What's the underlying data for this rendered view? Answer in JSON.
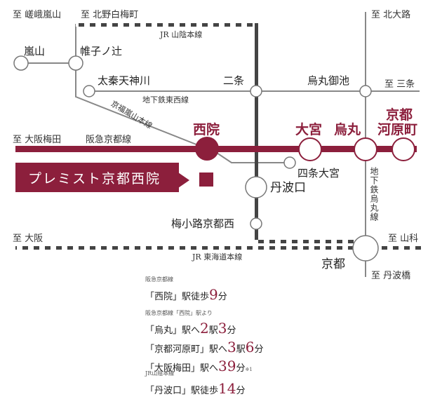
{
  "colors": {
    "accent": "#8c1f3c",
    "line_gray": "#888888",
    "jr_dash": "#444444"
  },
  "directions": {
    "saga_arashiyama": "至 嵯峨嵐山",
    "kitano_hakubaicho": "至 北野白梅町",
    "kitaoji": "至 北大路",
    "sanjo": "至 三条",
    "osaka_umeda": "至 大阪梅田",
    "osaka": "至 大阪",
    "yamashina": "至 山科",
    "tambabashi": "至 丹波橋"
  },
  "lines": {
    "jr_sanin": "JR 山陰本線",
    "subway_tozai": "地下鉄東西線",
    "keifuku_arashiyama": "京福嵐山本線",
    "hankyu_kyoto": "阪急京都線",
    "subway_karasuma": "地下鉄烏丸線",
    "jr_tokaido": "JR 東海道本線"
  },
  "stations": {
    "arashiyama": "嵐山",
    "katabiranotsuji": "帷子ノ辻",
    "uzumasa_tenjingawa": "太秦天神川",
    "nijo": "二条",
    "karasuma_oike": "烏丸御池",
    "saiin": "西院",
    "omiya": "大宮",
    "karasuma": "烏丸",
    "kyoto_kawaramachi_1": "京都",
    "kyoto_kawaramachi_2": "河原町",
    "shijo_omiya": "四条大宮",
    "tambaguchi": "丹波口",
    "umekoji_kyotonishi": "梅小路京都西",
    "kyoto": "京都"
  },
  "property": {
    "name": "プレミスト京都西院"
  },
  "access": [
    {
      "header": "阪急京都線",
      "lines": [
        {
          "pre": "「西院」駅徒歩",
          "n1": "9",
          "u1": "分",
          "n2": "",
          "u2": "",
          "note": ""
        }
      ]
    },
    {
      "header": "阪急京都線「西院」駅より",
      "lines": [
        {
          "pre": "「烏丸」駅へ",
          "n1": "2",
          "u1": "駅",
          "n2": "3",
          "u2": "分",
          "note": ""
        },
        {
          "pre": "「京都河原町」駅へ",
          "n1": "3",
          "u1": "駅",
          "n2": "6",
          "u2": "分",
          "note": ""
        },
        {
          "pre": "「大阪梅田」駅へ",
          "n1": "39",
          "u1": "分",
          "n2": "",
          "u2": "",
          "note": "※1"
        }
      ]
    },
    {
      "header": "JR山陰本線",
      "lines": [
        {
          "pre": "「丹波口」駅徒歩",
          "n1": "14",
          "u1": "分",
          "n2": "",
          "u2": "",
          "note": ""
        }
      ]
    }
  ]
}
